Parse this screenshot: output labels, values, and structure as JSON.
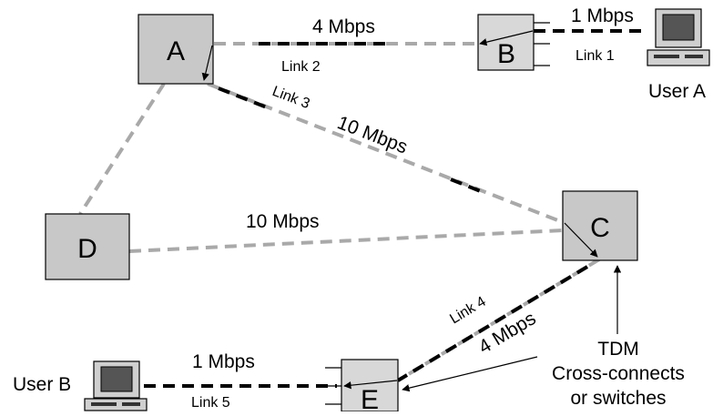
{
  "nodes": {
    "A": {
      "label": "A"
    },
    "B": {
      "label": "B"
    },
    "C": {
      "label": "C"
    },
    "D": {
      "label": "D"
    },
    "E": {
      "label": "E"
    }
  },
  "users": {
    "a": {
      "label": "User A",
      "icon": "computer-icon"
    },
    "b": {
      "label": "User B",
      "icon": "computer-icon"
    }
  },
  "rates": {
    "ab": "4 Mbps",
    "user_a": "1 Mbps",
    "ac": "10 Mbps",
    "dc": "10 Mbps",
    "ce": "4 Mbps",
    "user_b": "1 Mbps"
  },
  "links": {
    "l1": "Link 1",
    "l2": "Link 2",
    "l3": "Link 3",
    "l4": "Link 4",
    "l5": "Link 5"
  },
  "annotation": {
    "line1": "TDM",
    "line2": "Cross-connects",
    "line3": "or switches"
  },
  "colors": {
    "node_fill": "#c8c8c8",
    "node_fill_light": "#d8d8d8",
    "trunk": "#a9a9a9",
    "circuit": "#000000"
  }
}
